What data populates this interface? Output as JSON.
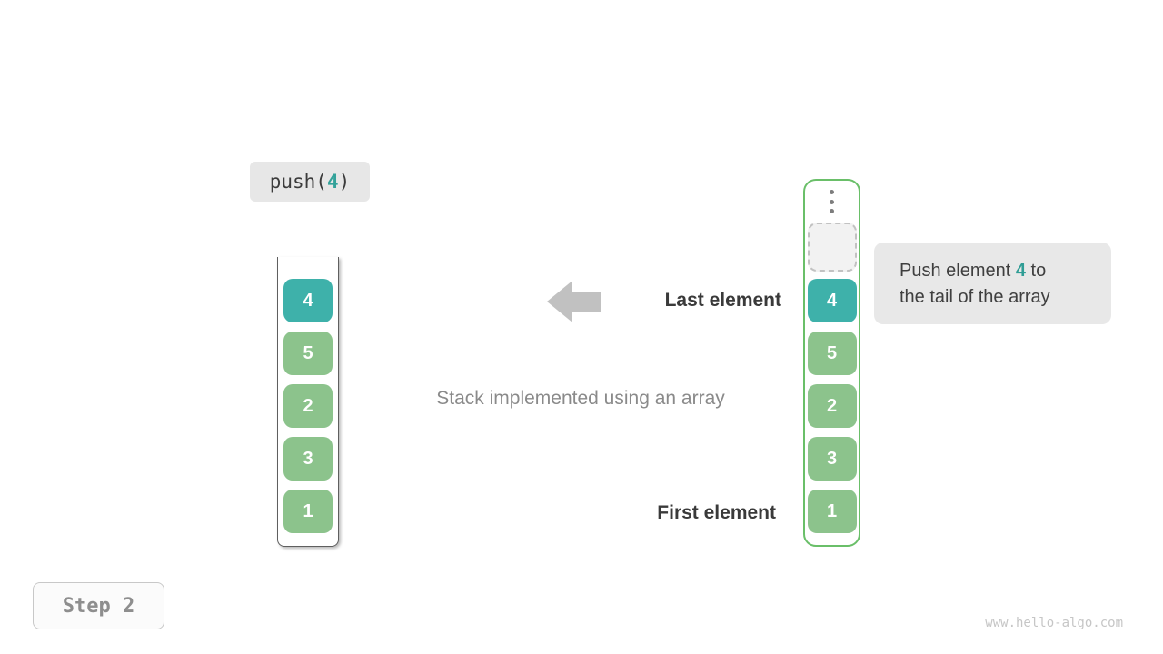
{
  "operation": {
    "prefix": "push(",
    "arg": "4",
    "suffix": ")"
  },
  "caption": "Stack implemented using an array",
  "labels": {
    "last": "Last element",
    "first": "First element"
  },
  "callout": {
    "line1_pre": "Push element ",
    "line1_value": "4",
    "line1_post": " to",
    "line2": "the tail of the array"
  },
  "left_stack": {
    "values": [
      "4",
      "5",
      "2",
      "3",
      "1"
    ],
    "highlighted_value": "4"
  },
  "right_array": {
    "values": [
      "4",
      "5",
      "2",
      "3",
      "1"
    ],
    "highlighted_value": "4",
    "empty_slots_above": 1
  },
  "step": {
    "label": "Step 2"
  },
  "watermark": "www.hello-algo.com",
  "colors": {
    "teal_element": "#3eb1aa",
    "green_element": "#8cc38c",
    "array_border_green": "#6abf69",
    "teal_text": "#2f9d95",
    "callout_bg": "#e8e8e8",
    "arrow_gray": "#c1c1c1",
    "label_dark": "#3a3a3a",
    "caption_gray": "#8a8a8a"
  }
}
